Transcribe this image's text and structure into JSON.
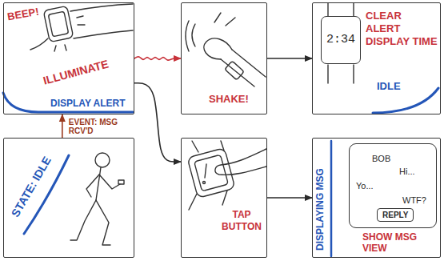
{
  "diagram": {
    "nodes": [
      {
        "text": [
          "BEEP!",
          "ILLUMINATE",
          "DISPLAY ALERT"
        ]
      },
      {
        "text": [
          "SHAKE!"
        ]
      },
      {
        "text": [
          "CLEAR ALERT DISPLAY TIME",
          "IDLE"
        ]
      },
      {
        "text": [
          "2:34"
        ],
        "in": 2
      },
      {
        "text": [
          "STATE: IDLE"
        ]
      },
      {
        "text": [
          "TAP BUTTON"
        ]
      },
      {
        "text": [
          "DISPLAYING MSG",
          "SHOW MSG VIEW"
        ]
      },
      {
        "text": [
          "BOB",
          "Hi...",
          "Yo...",
          "WTF?"
        ],
        "in": 6
      },
      {
        "text": [
          "REPLY"
        ],
        "in": 7
      }
    ],
    "edges": [
      {
        "from": 0,
        "to": 1,
        "arrow": "to"
      },
      {
        "from": 1,
        "to": 2,
        "arrow": "to"
      },
      {
        "from": 0,
        "to": 5,
        "arrow": "to"
      },
      {
        "from": 5,
        "to": 6,
        "arrow": "to"
      },
      {
        "from": 4,
        "to": 0,
        "arrow": "to",
        "label": "EVENT: MSG RCV'D"
      }
    ]
  }
}
